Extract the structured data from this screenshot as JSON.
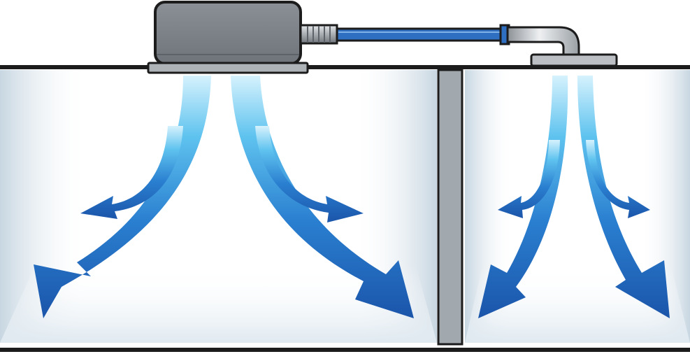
{
  "diagram": {
    "kind": "air-diffuser-illustration",
    "colors": {
      "background": "#ffffff",
      "outline": "#1c1c1c",
      "housing": "#7d8389",
      "housing_dark": "#5c6268",
      "housing_plate": "#aeb3b8",
      "fitting": "#b8bcc0",
      "hose": "#2f6fc2",
      "hose_dark": "#1f4f95",
      "pipe": "#c9ccd0",
      "flange": "#bcc0c4",
      "divider": "#a2a9ae",
      "air_light": "#c9ecfb",
      "air_mid": "#3bb0e8",
      "air_dark": "#1b5aaf",
      "wall_shade": "#d8e4ec"
    },
    "components": [
      {
        "id": "housing",
        "icon": "diffuser-housing-icon"
      },
      {
        "id": "threaded-fitting",
        "icon": "threaded-fitting-icon"
      },
      {
        "id": "supply-hose",
        "icon": "hose-icon"
      },
      {
        "id": "elbow-pipe",
        "icon": "elbow-pipe-icon"
      },
      {
        "id": "flange-plate",
        "icon": "flange-plate-icon"
      }
    ],
    "chambers": [
      {
        "id": "left-chamber",
        "airflow_arrows": 4
      },
      {
        "id": "right-chamber",
        "airflow_arrows": 4
      }
    ]
  }
}
